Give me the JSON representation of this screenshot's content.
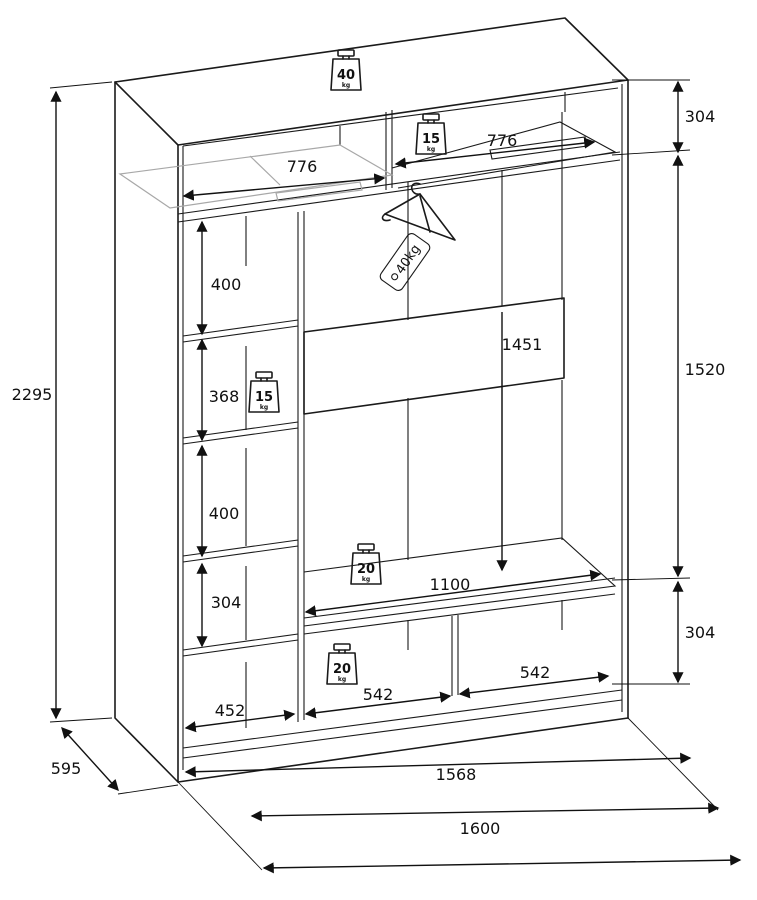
{
  "dimensions": {
    "height_total": "2295",
    "depth": "595",
    "width_inner": "1568",
    "width_total": "1600",
    "top_section": "304",
    "middle_section": "1520",
    "bottom_section": "304",
    "top_shelf_left": "776",
    "top_shelf_right": "776",
    "hanging_height": "1451",
    "hanging_width": "1100",
    "shelf_1": "400",
    "shelf_2": "368",
    "shelf_3": "400",
    "shelf_4": "304",
    "bottom_left": "452",
    "bottom_mid": "542",
    "bottom_right": "542"
  },
  "weights": {
    "top": {
      "value": "40",
      "unit": "kg"
    },
    "top_shelf": {
      "value": "15",
      "unit": "kg"
    },
    "left_shelf": {
      "value": "15",
      "unit": "kg"
    },
    "hanging_base": {
      "value": "20",
      "unit": "kg"
    },
    "bottom": {
      "value": "20",
      "unit": "kg"
    }
  },
  "hanger_tag": "40kg",
  "icons": {
    "weight": "weight-icon",
    "hanger": "hanger-icon"
  }
}
